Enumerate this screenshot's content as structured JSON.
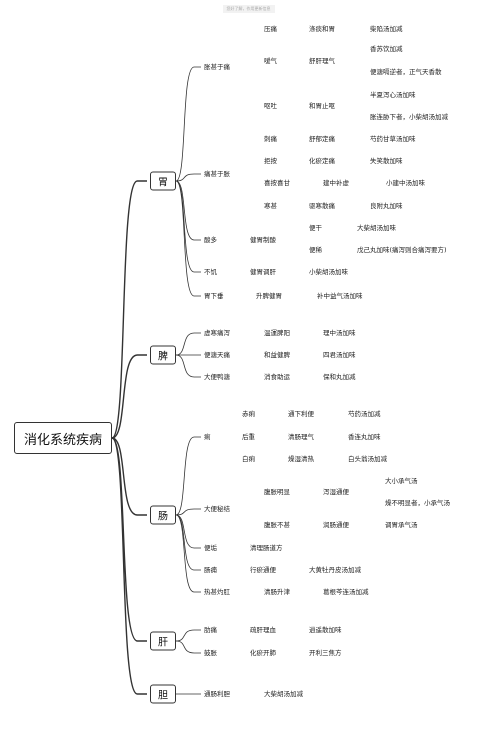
{
  "watermark": "您好了解，作用更新信息",
  "root": "消化系统疾病",
  "nodes": {
    "wei": "胃",
    "wei_zhangshen": "胀甚于痛",
    "yatong": "压痛",
    "dishu": "涤痰和胃",
    "xianxiong": "柴陷汤加减",
    "aiqi": "嗳气",
    "shugan": "舒肝理气",
    "xiangsu": "香苏饮加减",
    "bianbi": "便溏嗝逆者，正气天香散",
    "outu": "呕吐",
    "hewei": "和胃止呕",
    "banxia": "半夏泻心汤加味",
    "xielian": "胀连胁下者，小柴胡汤加减",
    "tongshen": "痛甚于胀",
    "cici": "刺痛",
    "shuyu": "舒郁定痛",
    "shaoyao": "芍药甘草汤加味",
    "juan": "拒按",
    "huayu": "化瘀定痛",
    "shixiao": "失笑散加味",
    "xian": "喜按喜甘",
    "jianzhong": "建中补虚",
    "xiaojianzhong": "小建中汤加味",
    "hanshen": "寒甚",
    "quhan": "驱寒散痛",
    "liangfu": "良附丸加味",
    "suanduo": "酸多",
    "jianwei": "健胃制酸",
    "biangan": "便干",
    "dachaihu": "大柴胡汤加味",
    "bianxi": "便稀",
    "wuji": "戊己丸加味(痛泻则合痛泻要方)",
    "buji": "不饥",
    "jianwei2": "健胃调肝",
    "xiaochaihu": "小柴胡汤加味",
    "weixiachui": "胃下垂",
    "shengpi": "升脾健胃",
    "buzhong": "补中益气汤加味",
    "pi": "脾",
    "xuhan": "虚寒痛泻",
    "wenyun": "温運脾阳",
    "lizhong": "理中汤加味",
    "bianchi": "便溏天痛",
    "yiqi": "和益健脾",
    "sijunzi": "四君汤加味",
    "dabian": "大便鸭溏",
    "xiaoshi": "消食助运",
    "baohe": "保和丸加减",
    "chang": "肠",
    "li": "痢",
    "chili": "赤痢",
    "tongxia": "通下利便",
    "shaoyaotang": "芍药汤加减",
    "houzhong": "后重",
    "qingchang": "清肠理气",
    "xianglian": "香连丸加味",
    "baili": "白痢",
    "zaoshi": "燥湿清热",
    "baitouweng": "白头翁汤加减",
    "dabianmijie": "大便秘结",
    "fuzhang": "腹胀明显",
    "xietong": "泻湿通便",
    "dachengqi": "大小承气汤",
    "fuzhangbu": "燥不明显者，小承气汤",
    "fuzhangbushen": "腹胀不甚",
    "runchang": "润肠通便",
    "tiaowei": "调胃承气汤",
    "bianxie": "便垢",
    "qingli": "清理肠道方",
    "changyong": "肠痈",
    "xingyu": "行瘀通便",
    "dahuang": "大黄牡丹皮汤加减",
    "rejie": "热甚灼肛",
    "qingchang2": "清肠升津",
    "gegen": "葛根芩连汤加减",
    "gan": "肝",
    "leitong": "肋痛",
    "shugan2": "疏肝理血",
    "xiaoyao": "逍遥散加味",
    "guzhang": "鼓胀",
    "huayu2": "化瘀开肺",
    "kaizhi": "开利三焦方",
    "dan": "胆",
    "tongdan": "通肠利胆",
    "dachaihu2": "大柴胡汤加减"
  }
}
